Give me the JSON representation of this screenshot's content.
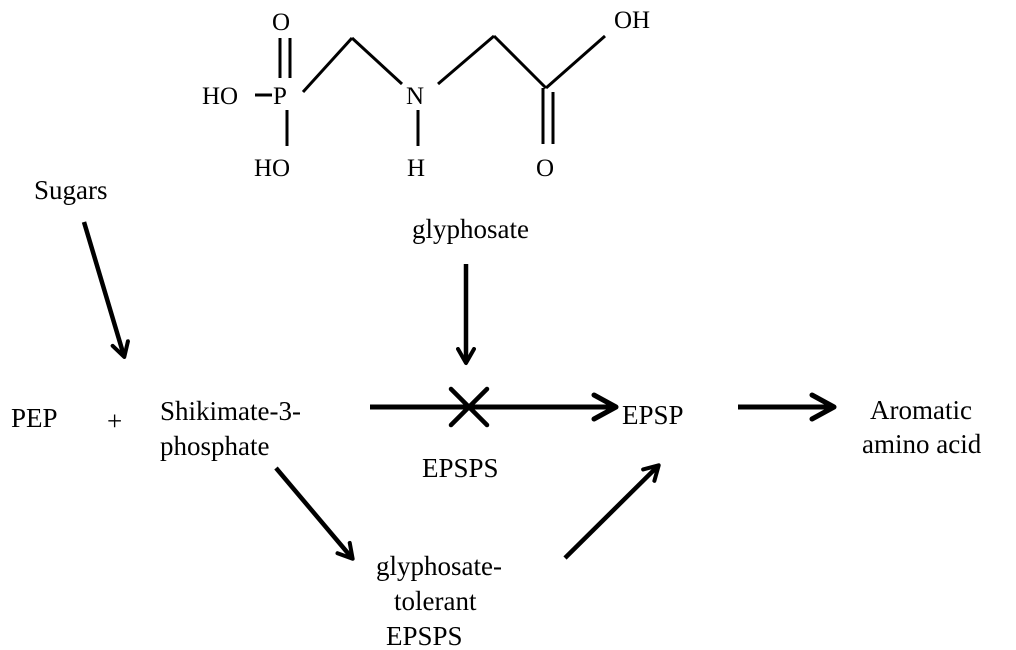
{
  "molecule": {
    "name": "glyphosate",
    "atoms": {
      "o_top": "O",
      "ho_left": "HO",
      "p": "P",
      "ho_bottom": "HO",
      "n": "N",
      "h": "H",
      "oh": "OH",
      "o_carbonyl": "O"
    }
  },
  "nodes": {
    "sugars": "Sugars",
    "pep": "PEP",
    "plus": "+",
    "s3p_line1": "Shikimate-3-",
    "s3p_line2": "phosphate",
    "epsps": "EPSPS",
    "epsp": "EPSP",
    "aromatic_line1": "Aromatic",
    "aromatic_line2": "amino acid",
    "tolerant_line1": "glyphosate-",
    "tolerant_line2": "tolerant",
    "tolerant_line3": "EPSPS"
  },
  "colors": {
    "ink": "#000000",
    "background": "#ffffff"
  }
}
